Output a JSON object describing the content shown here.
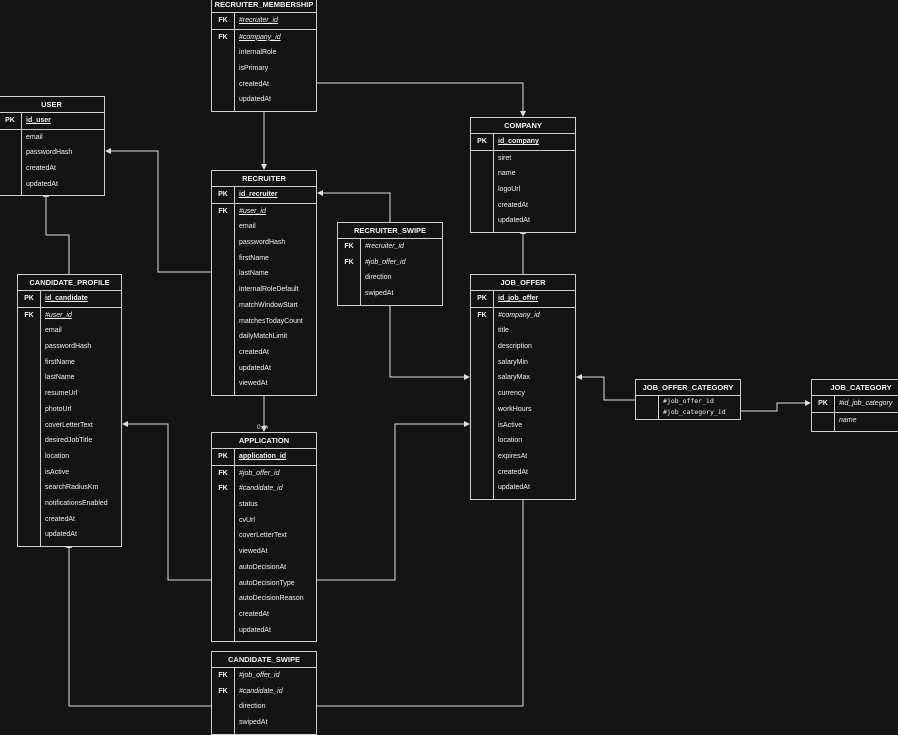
{
  "tables": [
    {
      "name": "RECRUITER_MEMBERSHIP",
      "rows": [
        {
          "key": "FK",
          "field": "#recruiter_id",
          "style": "ui"
        },
        {
          "key": "FK",
          "field": "#company_id",
          "style": "ui"
        },
        {
          "key": "",
          "field": "internalRole"
        },
        {
          "key": "",
          "field": "isPrimary"
        },
        {
          "key": "",
          "field": "createdAt"
        },
        {
          "key": "",
          "field": "updatedAt"
        }
      ]
    },
    {
      "name": "USER",
      "rows": [
        {
          "key": "PK",
          "field": "id_user",
          "style": "bu"
        },
        {
          "key": "",
          "field": "email"
        },
        {
          "key": "",
          "field": "passwordHash"
        },
        {
          "key": "",
          "field": "createdAt"
        },
        {
          "key": "",
          "field": "updatedAt"
        }
      ]
    },
    {
      "name": "RECRUITER",
      "rows": [
        {
          "key": "PK",
          "field": "id_recruiter",
          "style": "bu"
        },
        {
          "key": "FK",
          "field": "#user_id",
          "style": "ui"
        },
        {
          "key": "",
          "field": "email"
        },
        {
          "key": "",
          "field": "passwordHash"
        },
        {
          "key": "",
          "field": "firstName"
        },
        {
          "key": "",
          "field": "lastName"
        },
        {
          "key": "",
          "field": "internalRoleDefault"
        },
        {
          "key": "",
          "field": "matchWindowStart"
        },
        {
          "key": "",
          "field": "matchesTodayCount"
        },
        {
          "key": "",
          "field": "dailyMatchLimit"
        },
        {
          "key": "",
          "field": "createdAt"
        },
        {
          "key": "",
          "field": "updatedAt"
        },
        {
          "key": "",
          "field": "viewedAt"
        }
      ]
    },
    {
      "name": "RECRUITER_SWIPE",
      "rows": [
        {
          "key": "FK",
          "field": "#recruiter_id",
          "style": "i"
        },
        {
          "key": "FK",
          "field": "#job_offer_id",
          "style": "i"
        },
        {
          "key": "",
          "field": "direction"
        },
        {
          "key": "",
          "field": "swipedAt"
        }
      ]
    },
    {
      "name": "COMPANY",
      "rows": [
        {
          "key": "PK",
          "field": "id_company",
          "style": "bu"
        },
        {
          "key": "",
          "field": "siret"
        },
        {
          "key": "",
          "field": "name"
        },
        {
          "key": "",
          "field": "logoUrl"
        },
        {
          "key": "",
          "field": "createdAt"
        },
        {
          "key": "",
          "field": "updatedAt"
        }
      ]
    },
    {
      "name": "CANDIDATE_PROFILE",
      "rows": [
        {
          "key": "PK",
          "field": "id_candidate",
          "style": "bu"
        },
        {
          "key": "FK",
          "field": "#user_id",
          "style": "ui"
        },
        {
          "key": "",
          "field": "email"
        },
        {
          "key": "",
          "field": "passwordHash"
        },
        {
          "key": "",
          "field": "firstName"
        },
        {
          "key": "",
          "field": "lastName"
        },
        {
          "key": "",
          "field": "resumeUrl"
        },
        {
          "key": "",
          "field": "photoUrl"
        },
        {
          "key": "",
          "field": "coverLetterText"
        },
        {
          "key": "",
          "field": "desiredJobTitle"
        },
        {
          "key": "",
          "field": "location"
        },
        {
          "key": "",
          "field": "isActive"
        },
        {
          "key": "",
          "field": "searchRadiusKm"
        },
        {
          "key": "",
          "field": "notificationsEnabled"
        },
        {
          "key": "",
          "field": "createdAt"
        },
        {
          "key": "",
          "field": "updatedAt"
        }
      ]
    },
    {
      "name": "JOB_OFFER",
      "rows": [
        {
          "key": "PK",
          "field": "id_job_offer",
          "style": "bu"
        },
        {
          "key": "FK",
          "field": "#company_id",
          "style": "i"
        },
        {
          "key": "",
          "field": "title"
        },
        {
          "key": "",
          "field": "description"
        },
        {
          "key": "",
          "field": "salaryMin"
        },
        {
          "key": "",
          "field": "salaryMax"
        },
        {
          "key": "",
          "field": "currency"
        },
        {
          "key": "",
          "field": "workHours"
        },
        {
          "key": "",
          "field": "isActive"
        },
        {
          "key": "",
          "field": "location"
        },
        {
          "key": "",
          "field": "expiresAt"
        },
        {
          "key": "",
          "field": "createdAt"
        },
        {
          "key": "",
          "field": "updatedAt"
        }
      ]
    },
    {
      "name": "JOB_OFFER_CATEGORY",
      "rows": [
        {
          "key": "",
          "field": "#job_offer_id",
          "style": "mono"
        },
        {
          "key": "",
          "field": "#job_category_id",
          "style": "mono"
        }
      ]
    },
    {
      "name": "JOB_CATEGORY",
      "rows": [
        {
          "key": "PK",
          "field": "#id_job_category",
          "style": "i"
        },
        {
          "key": "",
          "field": "name",
          "style": "i"
        }
      ]
    },
    {
      "name": "APPLICATION",
      "rows": [
        {
          "key": "PK",
          "field": "application_id",
          "style": "bu"
        },
        {
          "key": "FK",
          "field": "#job_offer_id",
          "style": "i"
        },
        {
          "key": "FK",
          "field": "#candidate_id",
          "style": "i"
        },
        {
          "key": "",
          "field": "status"
        },
        {
          "key": "",
          "field": "cvUrl"
        },
        {
          "key": "",
          "field": "coverLetterText"
        },
        {
          "key": "",
          "field": "viewedAt"
        },
        {
          "key": "",
          "field": "autoDecisionAt"
        },
        {
          "key": "",
          "field": "autoDecisionType"
        },
        {
          "key": "",
          "field": "autoDecisionReason"
        },
        {
          "key": "",
          "field": "createdAt"
        },
        {
          "key": "",
          "field": "updatedAt"
        }
      ]
    },
    {
      "name": "CANDIDATE_SWIPE",
      "rows": [
        {
          "key": "FK",
          "field": "#job_offer_id",
          "style": "i"
        },
        {
          "key": "FK",
          "field": "#candidate_id",
          "style": "i"
        },
        {
          "key": "",
          "field": "direction"
        },
        {
          "key": "",
          "field": "swipedAt"
        }
      ]
    }
  ],
  "cardinality_label": "0..n"
}
